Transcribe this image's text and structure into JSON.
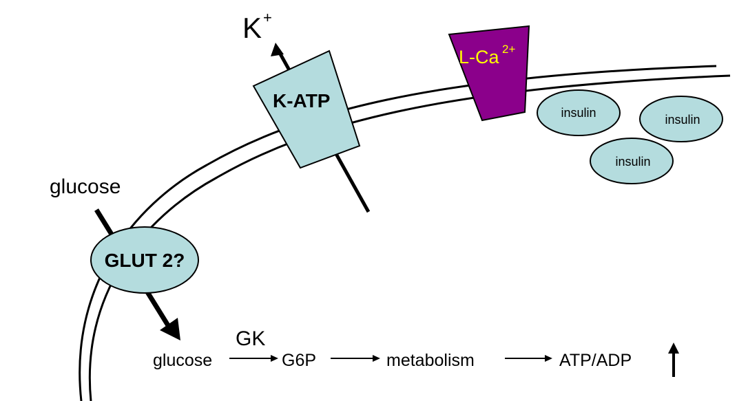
{
  "labels": {
    "k_ion": "K",
    "k_charge": "+",
    "k_atp": "K-ATP",
    "l_ca": "L-Ca",
    "l_ca_charge": "2+",
    "insulin_1": "insulin",
    "insulin_2": "insulin",
    "insulin_3": "insulin",
    "glucose_outside": "glucose",
    "glut2": "GLUT 2?",
    "glucose_inside": "glucose",
    "gk": "GK",
    "g6p": "G6P",
    "metabolism": "metabolism",
    "atp_adp": "ATP/ADP"
  },
  "colors": {
    "channel_fill": "#b4dcde",
    "l_ca_fill": "#8b008b",
    "l_ca_text": "#ffff00",
    "vesicle_fill": "#b4dcde",
    "stroke": "#000000"
  }
}
